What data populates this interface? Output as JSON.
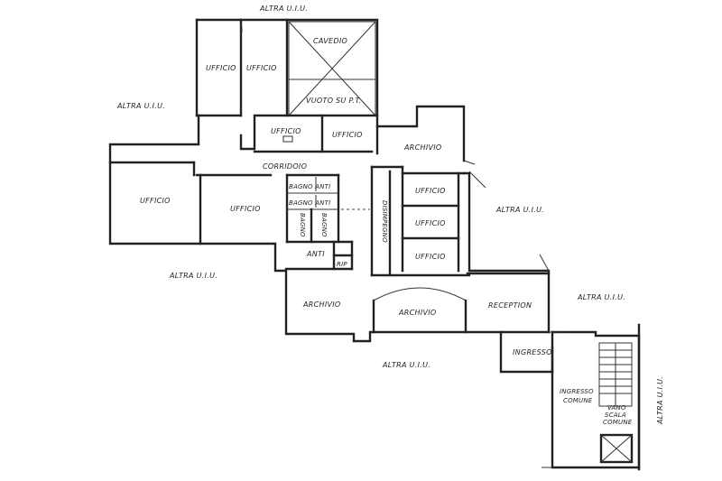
{
  "labels": {
    "altra_top": "ALTRA U.I.U.",
    "altra_left": "ALTRA U.I.U.",
    "altra_bottom_left": "ALTRA U.I.U.",
    "altra_right_mid": "ALTRA U.I.U.",
    "altra_right_lower": "ALTRA U.I.U.",
    "altra_bottom": "ALTRA U.I.U.",
    "altra_far_right": "ALTRA U.I.U.",
    "ufficio_1": "UFFICIO",
    "ufficio_2": "UFFICIO",
    "cavedio": "CAVEDIO",
    "vuoto": "VUOTO SU P.T.",
    "ufficio_3": "UFFICIO",
    "ufficio_4": "UFFICIO",
    "archivio_1": "ARCHIVIO",
    "corridoio": "CORRIDOIO",
    "ufficio_big": "UFFICIO",
    "ufficio_5": "UFFICIO",
    "bagno_anti_1": "BAGNO ANTI",
    "bagno_anti_2": "BAGNO ANTI",
    "bagno_1": "BAGNO",
    "bagno_2": "BAGNO",
    "anti": "ANTI",
    "rip": "RIP",
    "disimpegno": "DISIMPEGNO",
    "ufficio_r1": "UFFICIO",
    "ufficio_r2": "UFFICIO",
    "ufficio_r3": "UFFICIO",
    "archivio_2": "ARCHIVIO",
    "archivio_3": "ARCHIVIO",
    "reception": "RECEPTION",
    "ingresso": "INGRESSO",
    "ingresso_comune_1": "INGRESSO",
    "ingresso_comune_2": "COMUNE",
    "vano_1": "VANO",
    "vano_2": "SCALA",
    "vano_3": "COMUNE"
  }
}
